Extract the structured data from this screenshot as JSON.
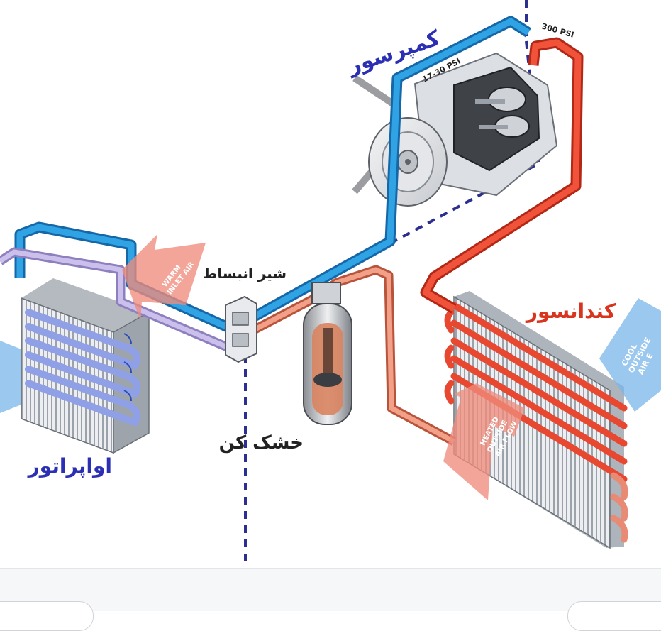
{
  "labels": {
    "compressor": "کمپرسور",
    "condenser": "کندانسور",
    "expansion_valve": "شیر انبساط",
    "dryer": "خشک کن",
    "evaporator": "اواپراتور"
  },
  "annotations": {
    "low_pressure": "17-30 PSI",
    "high_pressure": "300 PSI",
    "warm_inlet_air": [
      "WARM",
      "INLET AIR"
    ],
    "cool_outside_air": [
      "COOL",
      "OUTSIDE",
      "AIR E"
    ],
    "heated_outside_air": [
      "HEATED",
      "OUTSIDE",
      "AIR FLOW"
    ]
  },
  "colors": {
    "low_pressure_line": "#1f93d6",
    "high_pressure_line": "#e8442a",
    "liquid_line": "#e8836a",
    "cool_return_line": "#b7a7d8",
    "divider": "#2b2f8f",
    "label_blue": "#2a2fb4",
    "label_red": "#d9341e",
    "label_dark": "#222222",
    "warm_air_arrow": "#f08c7c",
    "cool_air_arrow": "#7ab6ea"
  }
}
